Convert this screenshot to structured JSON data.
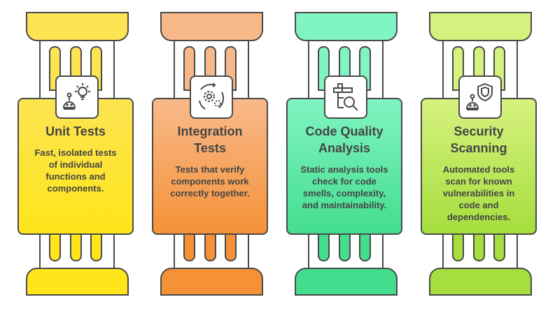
{
  "pillars": [
    {
      "title": "Unit Tests",
      "description": "Fast, isolated tests of individual functions and components.",
      "icon": "robot-lightbulb-icon",
      "color_top": "#FCE452",
      "color_bottom": "#FFE51A"
    },
    {
      "title": "Integration Tests",
      "description": "Tests that verify components work correctly together.",
      "icon": "gears-cycle-icon",
      "color_top": "#F8B98A",
      "color_bottom": "#F59238"
    },
    {
      "title": "Code Quality Analysis",
      "description": "Static analysis tools check for code smells, complexity, and maintainability.",
      "icon": "code-magnifier-icon",
      "color_top": "#80F4C2",
      "color_bottom": "#44DD8E"
    },
    {
      "title": "Security Scanning",
      "description": "Automated tools scan for known vulnerabilities in code and dependencies.",
      "icon": "robot-shield-icon",
      "color_top": "#D6F27E",
      "color_bottom": "#A5DE3E"
    }
  ]
}
